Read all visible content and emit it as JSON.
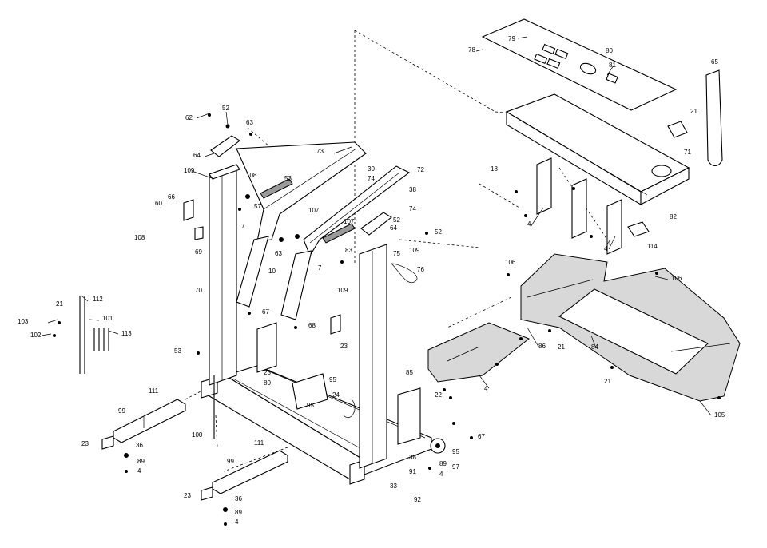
{
  "diagram": {
    "callouts": [
      "62",
      "52",
      "63",
      "64",
      "109",
      "108",
      "73",
      "30",
      "74",
      "72",
      "53",
      "57",
      "107",
      "38",
      "66",
      "108",
      "60",
      "69",
      "7",
      "7",
      "63",
      "10",
      "107",
      "52",
      "64",
      "52",
      "74",
      "83",
      "109",
      "75",
      "76",
      "109",
      "70",
      "67",
      "68",
      "23",
      "112",
      "21",
      "101",
      "103",
      "102",
      "113",
      "53",
      "25",
      "80",
      "95",
      "24",
      "95",
      "85",
      "111",
      "99",
      "23",
      "36",
      "89",
      "4",
      "100",
      "111",
      "99",
      "23",
      "36",
      "89",
      "4",
      "22",
      "95",
      "97",
      "38",
      "91",
      "92",
      "33",
      "67",
      "89",
      "4",
      "78",
      "79",
      "80",
      "81",
      "65",
      "21",
      "71",
      "18",
      "4",
      "4",
      "82",
      "114",
      "106",
      "106",
      "21",
      "84",
      "86",
      "4",
      "21",
      "105",
      "4"
    ]
  }
}
